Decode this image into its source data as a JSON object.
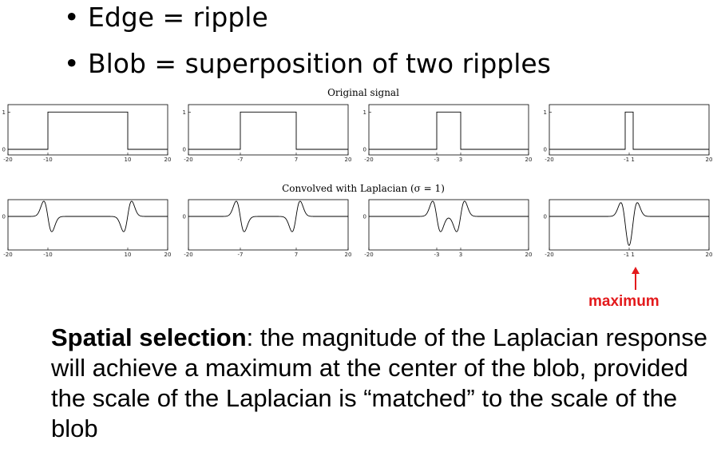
{
  "bullets": [
    {
      "text": "Edge = ripple"
    },
    {
      "text": "Blob = superposition of two ripples"
    }
  ],
  "figure": {
    "top_title": "Original signal",
    "bottom_title": "Convolved with Laplacian (σ = 1)"
  },
  "annotation": {
    "label": "maximum",
    "color": "#e31a1c"
  },
  "paragraph": {
    "bold": "Spatial selection",
    "rest": ": the magnitude of the Laplacian response will achieve a maximum at the center of the blob, provided the scale of the Laplacian is “matched” to the scale of the blob"
  },
  "chart_data": [
    {
      "type": "line",
      "row": "original",
      "xlim": [
        -20,
        20
      ],
      "ylim": [
        -0.15,
        1.2
      ],
      "xticks": [
        "-20",
        "-10",
        "10",
        "20"
      ],
      "xtick_values": [
        -20,
        -10,
        10,
        20
      ],
      "yticks": [
        "0",
        "1"
      ],
      "ytick_values": [
        0,
        1
      ],
      "box": {
        "x_start": -10,
        "x_end": 10,
        "height": 1
      }
    },
    {
      "type": "line",
      "row": "original",
      "xlim": [
        -20,
        20
      ],
      "ylim": [
        -0.15,
        1.2
      ],
      "xticks": [
        "-20",
        "-7",
        "7",
        "20"
      ],
      "xtick_values": [
        -20,
        -7,
        7,
        20
      ],
      "yticks": [
        "0",
        "1"
      ],
      "ytick_values": [
        0,
        1
      ],
      "box": {
        "x_start": -7,
        "x_end": 7,
        "height": 1
      }
    },
    {
      "type": "line",
      "row": "original",
      "xlim": [
        -20,
        20
      ],
      "ylim": [
        -0.15,
        1.2
      ],
      "xticks": [
        "-20",
        "-3",
        "3",
        "20"
      ],
      "xtick_values": [
        -20,
        -3,
        3,
        20
      ],
      "yticks": [
        "0",
        "1"
      ],
      "ytick_values": [
        0,
        1
      ],
      "box": {
        "x_start": -3,
        "x_end": 3,
        "height": 1
      }
    },
    {
      "type": "line",
      "row": "original",
      "xlim": [
        -20,
        20
      ],
      "ylim": [
        -0.15,
        1.2
      ],
      "xticks": [
        "-20",
        "-1 1",
        "20"
      ],
      "xtick_values": [
        -20,
        0,
        20
      ],
      "yticks": [
        "0",
        "1"
      ],
      "ytick_values": [
        0,
        1
      ],
      "box": {
        "x_start": -1,
        "x_end": 1,
        "height": 1
      }
    },
    {
      "type": "line",
      "row": "laplacian",
      "sigma": 1,
      "xlim": [
        -20,
        20
      ],
      "ylim": [
        -1.1,
        0.55
      ],
      "xticks": [
        "-20",
        "-10",
        "10",
        "20"
      ],
      "xtick_values": [
        -20,
        -10,
        10,
        20
      ],
      "yticks": [
        "0"
      ],
      "ytick_values": [
        0
      ],
      "box": {
        "x_start": -10,
        "x_end": 10,
        "height": 1
      }
    },
    {
      "type": "line",
      "row": "laplacian",
      "sigma": 1,
      "xlim": [
        -20,
        20
      ],
      "ylim": [
        -1.1,
        0.55
      ],
      "xticks": [
        "-20",
        "-7",
        "7",
        "20"
      ],
      "xtick_values": [
        -20,
        -7,
        7,
        20
      ],
      "yticks": [
        "0"
      ],
      "ytick_values": [
        0
      ],
      "box": {
        "x_start": -7,
        "x_end": 7,
        "height": 1
      }
    },
    {
      "type": "line",
      "row": "laplacian",
      "sigma": 1,
      "xlim": [
        -20,
        20
      ],
      "ylim": [
        -1.1,
        0.55
      ],
      "xticks": [
        "-20",
        "-3",
        "3",
        "20"
      ],
      "xtick_values": [
        -20,
        -3,
        3,
        20
      ],
      "yticks": [
        "0"
      ],
      "ytick_values": [
        0
      ],
      "box": {
        "x_start": -3,
        "x_end": 3,
        "height": 1
      }
    },
    {
      "type": "line",
      "row": "laplacian",
      "sigma": 1,
      "xlim": [
        -20,
        20
      ],
      "ylim": [
        -1.1,
        0.55
      ],
      "xticks": [
        "-20",
        "-1 1",
        "20"
      ],
      "xtick_values": [
        -20,
        0,
        20
      ],
      "yticks": [
        "0"
      ],
      "ytick_values": [
        0
      ],
      "box": {
        "x_start": -1,
        "x_end": 1,
        "height": 1
      }
    }
  ]
}
